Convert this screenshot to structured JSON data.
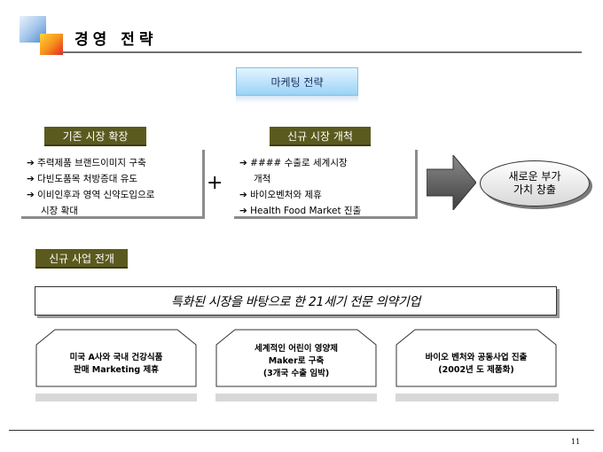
{
  "header": {
    "title": "경영 전략"
  },
  "banner": {
    "label": "마케팅 전략"
  },
  "existing_market": {
    "tab": "기존 시장 확장",
    "lines": [
      "주력제품 브랜드이미지 구축",
      "다빈도품목 처방증대 유도",
      "이비인후과 영역 신약도입으로",
      "시장 확대"
    ]
  },
  "plus_sign": "+",
  "new_market": {
    "tab": "신규 시장 개척",
    "lines": [
      "#### 수출로 세계시장",
      "개척",
      "바이오벤처와 제휴",
      "Health Food Market 진출"
    ]
  },
  "outcome": {
    "line1": "새로운 부가",
    "line2": "가치 창출"
  },
  "new_business": {
    "tab": "신규 사업 전개"
  },
  "strapline": "특화된 시장을 바탕으로 한 21세기 전문 의약기업",
  "initiatives": [
    {
      "line1": "미국 A사와 국내 건강식품",
      "line2": "판매 Marketing 제휴"
    },
    {
      "line1": "세계적인 어린이 영양제",
      "line2": "Maker로 구축",
      "line3": "(3개국 수출 임박)"
    },
    {
      "line1": "바이오 벤처와 공동사업 진출",
      "line2": "(2002년 도 제품화)"
    }
  ],
  "arrow_glyph": "➔",
  "colors": {
    "tab_olive": "#5b5a1e",
    "banner_blue": "#9bd3f6",
    "arrow_gray": "#5a5a5a"
  },
  "footer": {
    "page_number": "11"
  }
}
